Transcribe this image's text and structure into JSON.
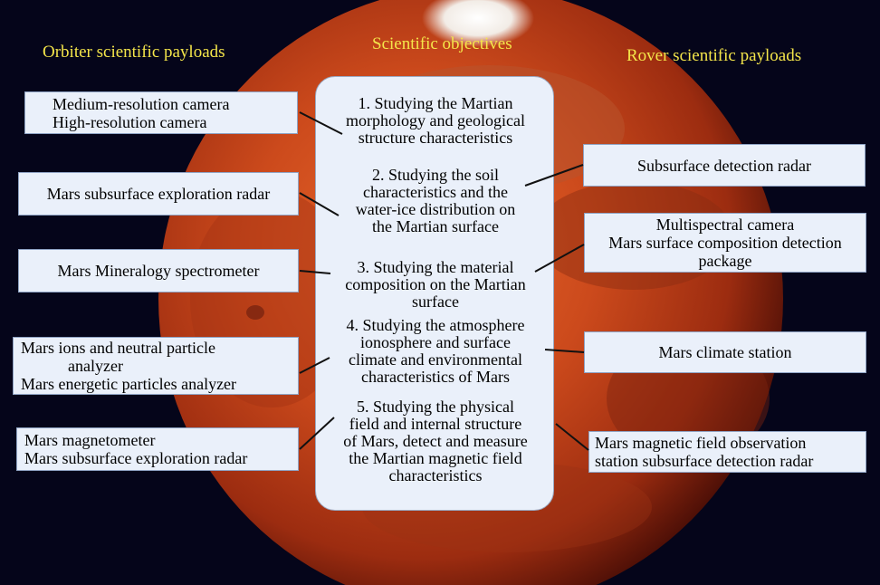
{
  "headings": {
    "orbiter": "Orbiter scientific payloads",
    "objectives": "Scientific objectives",
    "rover": "Rover scientific payloads"
  },
  "orbiter_payloads": [
    {
      "lines": [
        "Medium-resolution camera",
        "High-resolution camera"
      ]
    },
    {
      "lines": [
        "Mars subsurface exploration radar"
      ]
    },
    {
      "lines": [
        "Mars Mineralogy spectrometer"
      ]
    },
    {
      "lines": [
        "Mars ions and neutral particle",
        "analyzer",
        "Mars energetic particles analyzer"
      ]
    },
    {
      "lines": [
        "Mars magnetometer",
        "Mars subsurface exploration radar"
      ]
    }
  ],
  "objectives": [
    {
      "lines": [
        "1. Studying the Martian",
        "morphology and geological",
        "structure characteristics"
      ]
    },
    {
      "lines": [
        "2. Studying the soil",
        "characteristics and the",
        "water-ice distribution on",
        "the Martian surface"
      ]
    },
    {
      "lines": [
        "3. Studying the material",
        "composition on the Martian",
        "surface"
      ]
    },
    {
      "lines": [
        "4. Studying the atmosphere",
        "ionosphere and surface",
        "climate and environmental",
        "characteristics of Mars"
      ]
    },
    {
      "lines": [
        "5. Studying the physical",
        "field and internal structure",
        "of Mars, detect and measure",
        "the Martian magnetic field",
        "characteristics"
      ]
    }
  ],
  "rover_payloads": [
    {
      "lines": [
        "Subsurface detection radar"
      ]
    },
    {
      "lines": [
        "Multispectral camera",
        "Mars surface composition detection",
        "package"
      ]
    },
    {
      "lines": [
        "Mars climate station"
      ]
    },
    {
      "lines": [
        "Mars magnetic field observation",
        "station subsurface detection radar"
      ]
    }
  ],
  "colors": {
    "heading": "#f4e54a",
    "box_fill": "#eaf0fa",
    "space": "#05051a",
    "mars": "#c2401a"
  }
}
